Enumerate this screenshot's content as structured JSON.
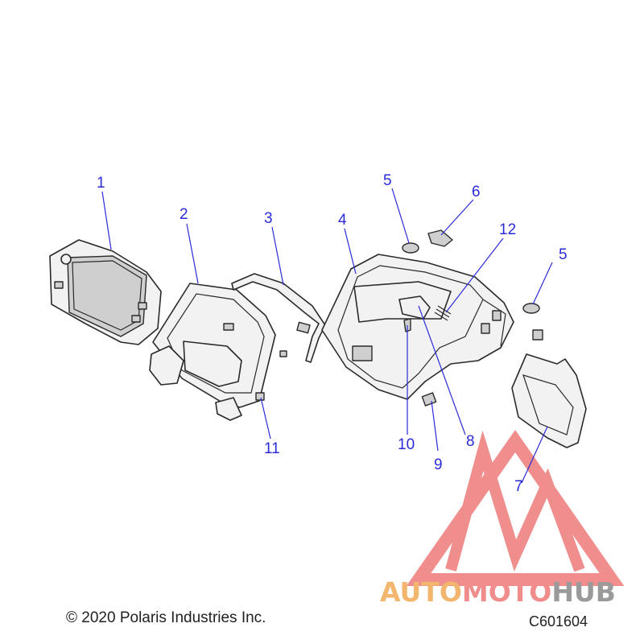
{
  "callouts": [
    {
      "label": "1",
      "part": "display-screen"
    },
    {
      "label": "2",
      "part": "bezel-bracket"
    },
    {
      "label": "3",
      "part": "seal-strip"
    },
    {
      "label": "4",
      "part": "dash-housing"
    },
    {
      "label": "5",
      "part": "grommet-left"
    },
    {
      "label": "6",
      "part": "clip"
    },
    {
      "label": "12",
      "part": "spring"
    },
    {
      "label": "5",
      "part": "grommet-right"
    },
    {
      "label": "10",
      "part": "screw"
    },
    {
      "label": "8",
      "part": "latch"
    },
    {
      "label": "9",
      "part": "plug"
    },
    {
      "label": "11",
      "part": "nut"
    },
    {
      "label": "7",
      "part": "cover-plate"
    }
  ],
  "footer": {
    "copyright": "© 2020 Polaris Industries Inc.",
    "diagram_code": "C601604"
  },
  "watermark": {
    "part1": "AUTO",
    "part2": "MOTO",
    "part3": "HUB",
    "colors": {
      "auto": "#f2b66e",
      "moto": "#f08c8c",
      "hub": "#9a9a9a",
      "logo": "#ee7b7b"
    }
  }
}
